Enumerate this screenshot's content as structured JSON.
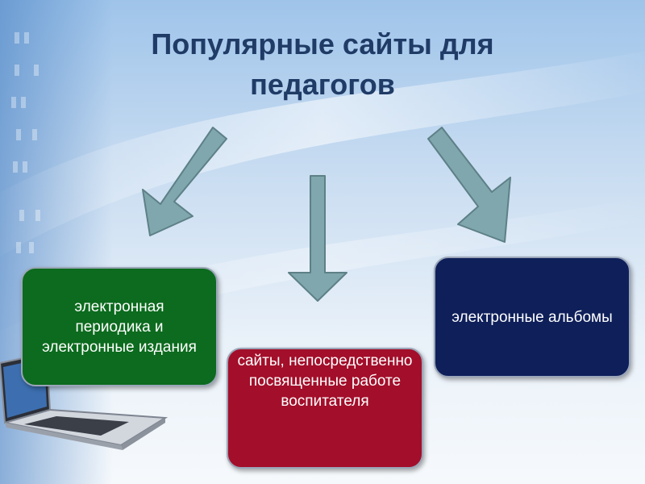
{
  "title": {
    "line1": "Популярные сайты для",
    "line2": "педагогов"
  },
  "boxes": {
    "left": "электронная периодика и электронные издания",
    "center": "сайты, непосредственно посвященные работе воспитателя",
    "right": "электронные альбомы"
  },
  "colors": {
    "title": "#1f3b66",
    "arrow": "#7fa7ad",
    "box_left": "#0c6b1e",
    "box_center": "#a30e2a",
    "box_right": "#0e1f5a"
  },
  "icons": {
    "arrow_left": "arrow-down-left-icon",
    "arrow_center": "arrow-down-icon",
    "arrow_right": "arrow-down-right-icon",
    "laptop": "laptop-icon"
  }
}
